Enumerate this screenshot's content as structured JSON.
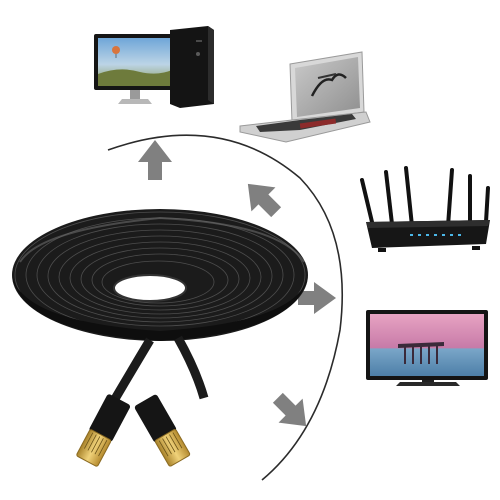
{
  "scene": {
    "background_color": "#ffffff",
    "cable_color": "#1c1c1c",
    "arc_color": "#2b2b2b",
    "arrow_color": "#7f7f7f",
    "connector_gold": "#d8b14a",
    "devices": [
      {
        "name": "desktop-computer",
        "icon": "desktop-icon"
      },
      {
        "name": "laptop",
        "icon": "laptop-icon"
      },
      {
        "name": "wifi-router",
        "icon": "router-icon"
      },
      {
        "name": "television",
        "icon": "tv-icon"
      }
    ],
    "arrow_count": 4
  }
}
